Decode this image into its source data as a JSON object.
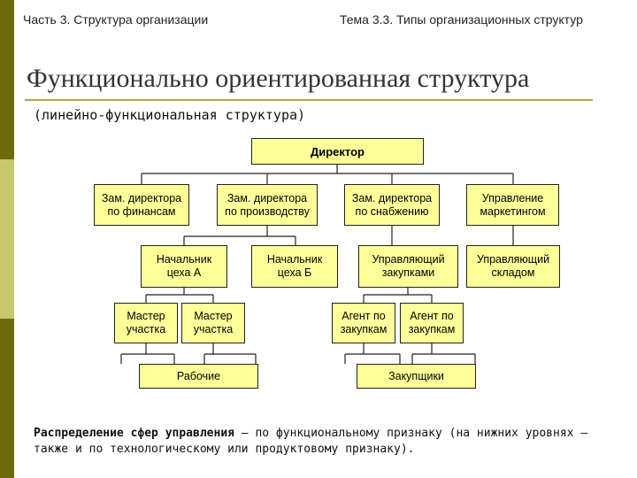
{
  "header": {
    "left": "Часть 3. Структура организации",
    "right": "Тема 3.3. Типы организационных структур"
  },
  "title": "Функционально ориентированная структура",
  "subtitle": "(линейно-функциональная структура)",
  "colors": {
    "box_fill": "#ffff99",
    "sidebar_dark": "#6e6a10",
    "sidebar_light": "#c9c76b",
    "rule": "#b8a24a"
  },
  "diagram": {
    "director": "Директор",
    "deputy_finance": "Зам. директора\nпо финансам",
    "deputy_production": "Зам. директора\nпо производству",
    "deputy_supply": "Зам. директора\nпо снабжению",
    "marketing": "Управление\nмаркетингом",
    "head_shop_a": "Начальник\nцеха А",
    "head_shop_b": "Начальник\nцеха Б",
    "purchasing_manager": "Управляющий\nзакупками",
    "warehouse_manager": "Управляющий\nскладом",
    "master_1": "Мастер\nучастка",
    "master_2": "Мастер\nучастка",
    "agent_1": "Агент по\nзакупкам",
    "agent_2": "Агент по\nзакупкам",
    "workers": "Рабочие",
    "buyers": "Закупщики"
  },
  "note": {
    "bold": "Распределение сфер управления",
    "rest": " – по функциональному признаку (на нижних уровнях – также и по технологическому или продуктовому признаку)."
  }
}
